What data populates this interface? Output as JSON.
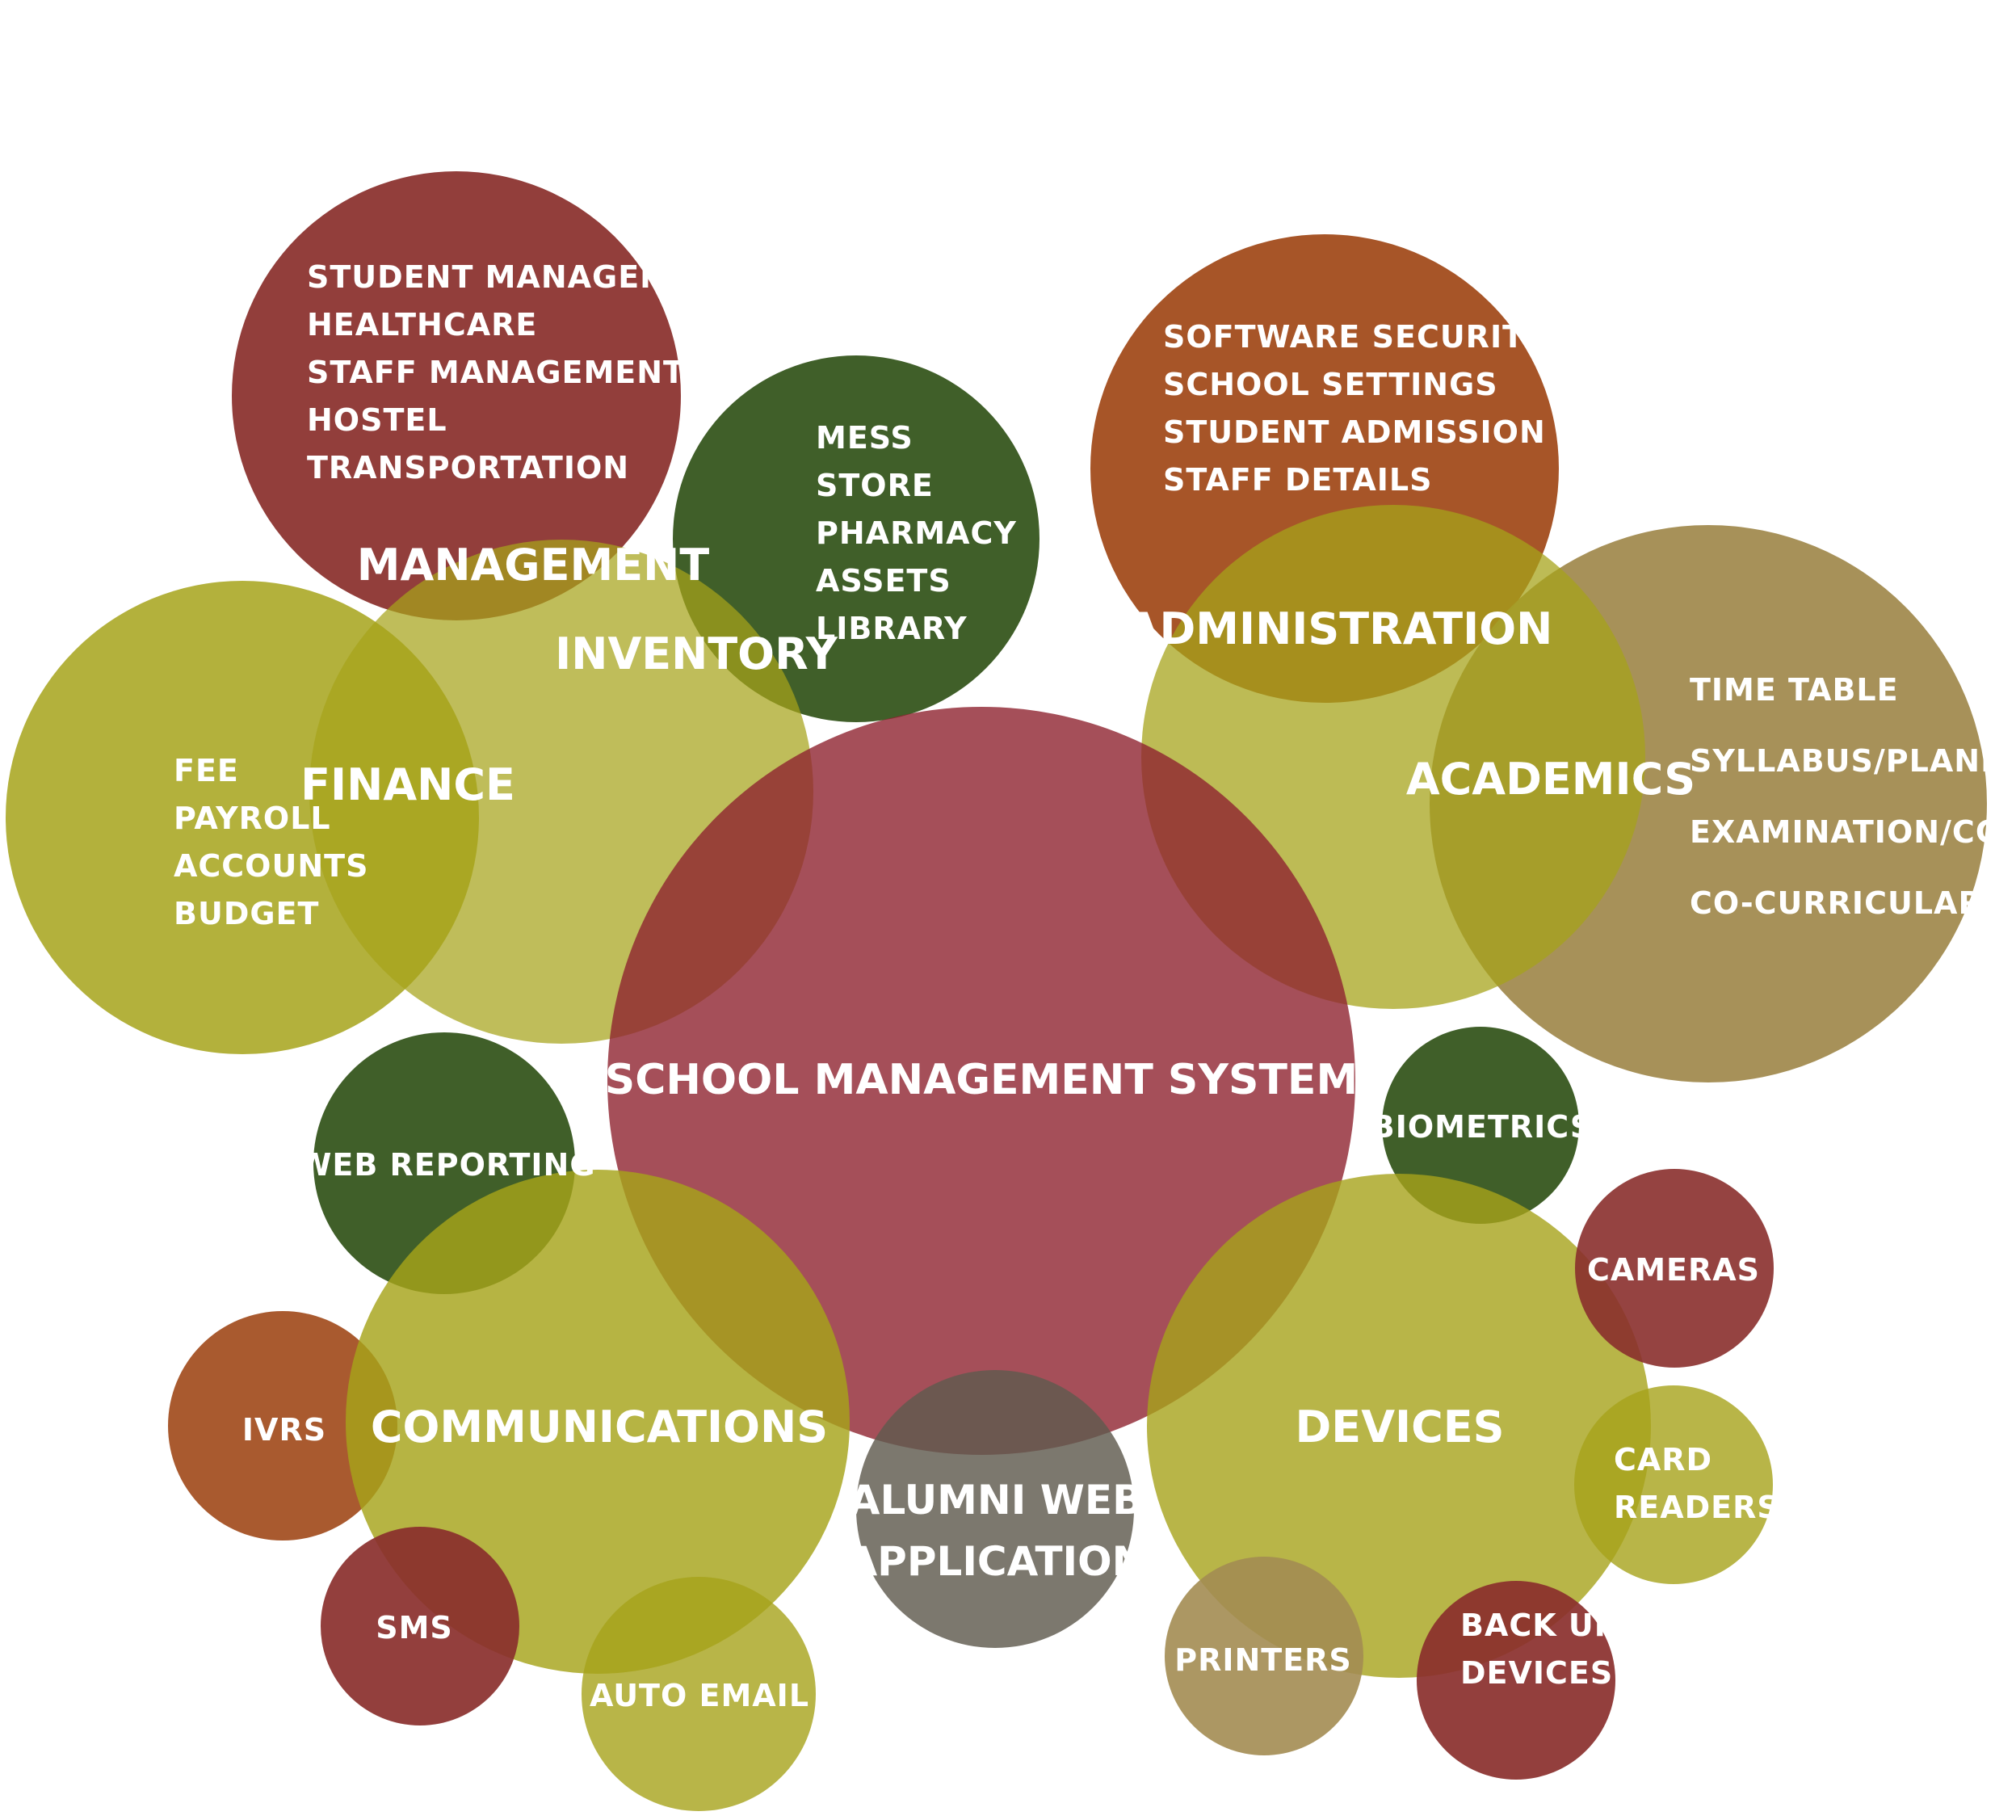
{
  "colors": {
    "crimson": "#8e2330",
    "red_brown": "#8a2f2c",
    "rust": "#a04818",
    "olive_yellow": "#a6a31a",
    "dark_green": "#3a5a22",
    "khaki": "#a38c52",
    "gray": "#5f5a4e",
    "background": "#ffffff",
    "text": "#ffffff"
  },
  "hub": {
    "label": "SCHOOL MANAGEMENT SYSTEM"
  },
  "management": {
    "label": "MANAGEMENT",
    "items": [
      "STUDENT MANAGEMENT",
      "HEALTHCARE",
      "STAFF MANAGEMENT",
      "HOSTEL",
      "TRANSPORTATION"
    ]
  },
  "inventory": {
    "label": "INVENTORY",
    "items": [
      "MESS",
      "STORE",
      "PHARMACY",
      "ASSETS",
      "LIBRARY"
    ]
  },
  "finance": {
    "label": "FINANCE",
    "items": [
      "FEE",
      "PAYROLL",
      "ACCOUNTS",
      "BUDGET"
    ]
  },
  "administration": {
    "label": "ADMINISTRATION",
    "items": [
      "SOFTWARE SECURITY",
      "SCHOOL SETTINGS",
      "STUDENT ADMISSION",
      "STAFF DETAILS"
    ]
  },
  "academics": {
    "label": "ACADEMICS",
    "items": [
      "TIME TABLE",
      "SYLLABUS/PLANNING",
      "EXAMINATION/CCE",
      "CO-CURRICULAR"
    ]
  },
  "communications": {
    "label": "COMMUNICATIONS",
    "items": [
      "WEB REPORTING",
      "IVRS",
      "SMS",
      "AUTO EMAIL"
    ]
  },
  "devices": {
    "label": "DEVICES",
    "items": [
      "BIOMETRICS",
      "CAMERAS",
      "CARD READERS",
      "BACK UP DEVICES",
      "PRINTERS"
    ]
  },
  "alumni": {
    "label_line1": "ALUMNI WEB",
    "label_line2": "APPLICATION"
  }
}
